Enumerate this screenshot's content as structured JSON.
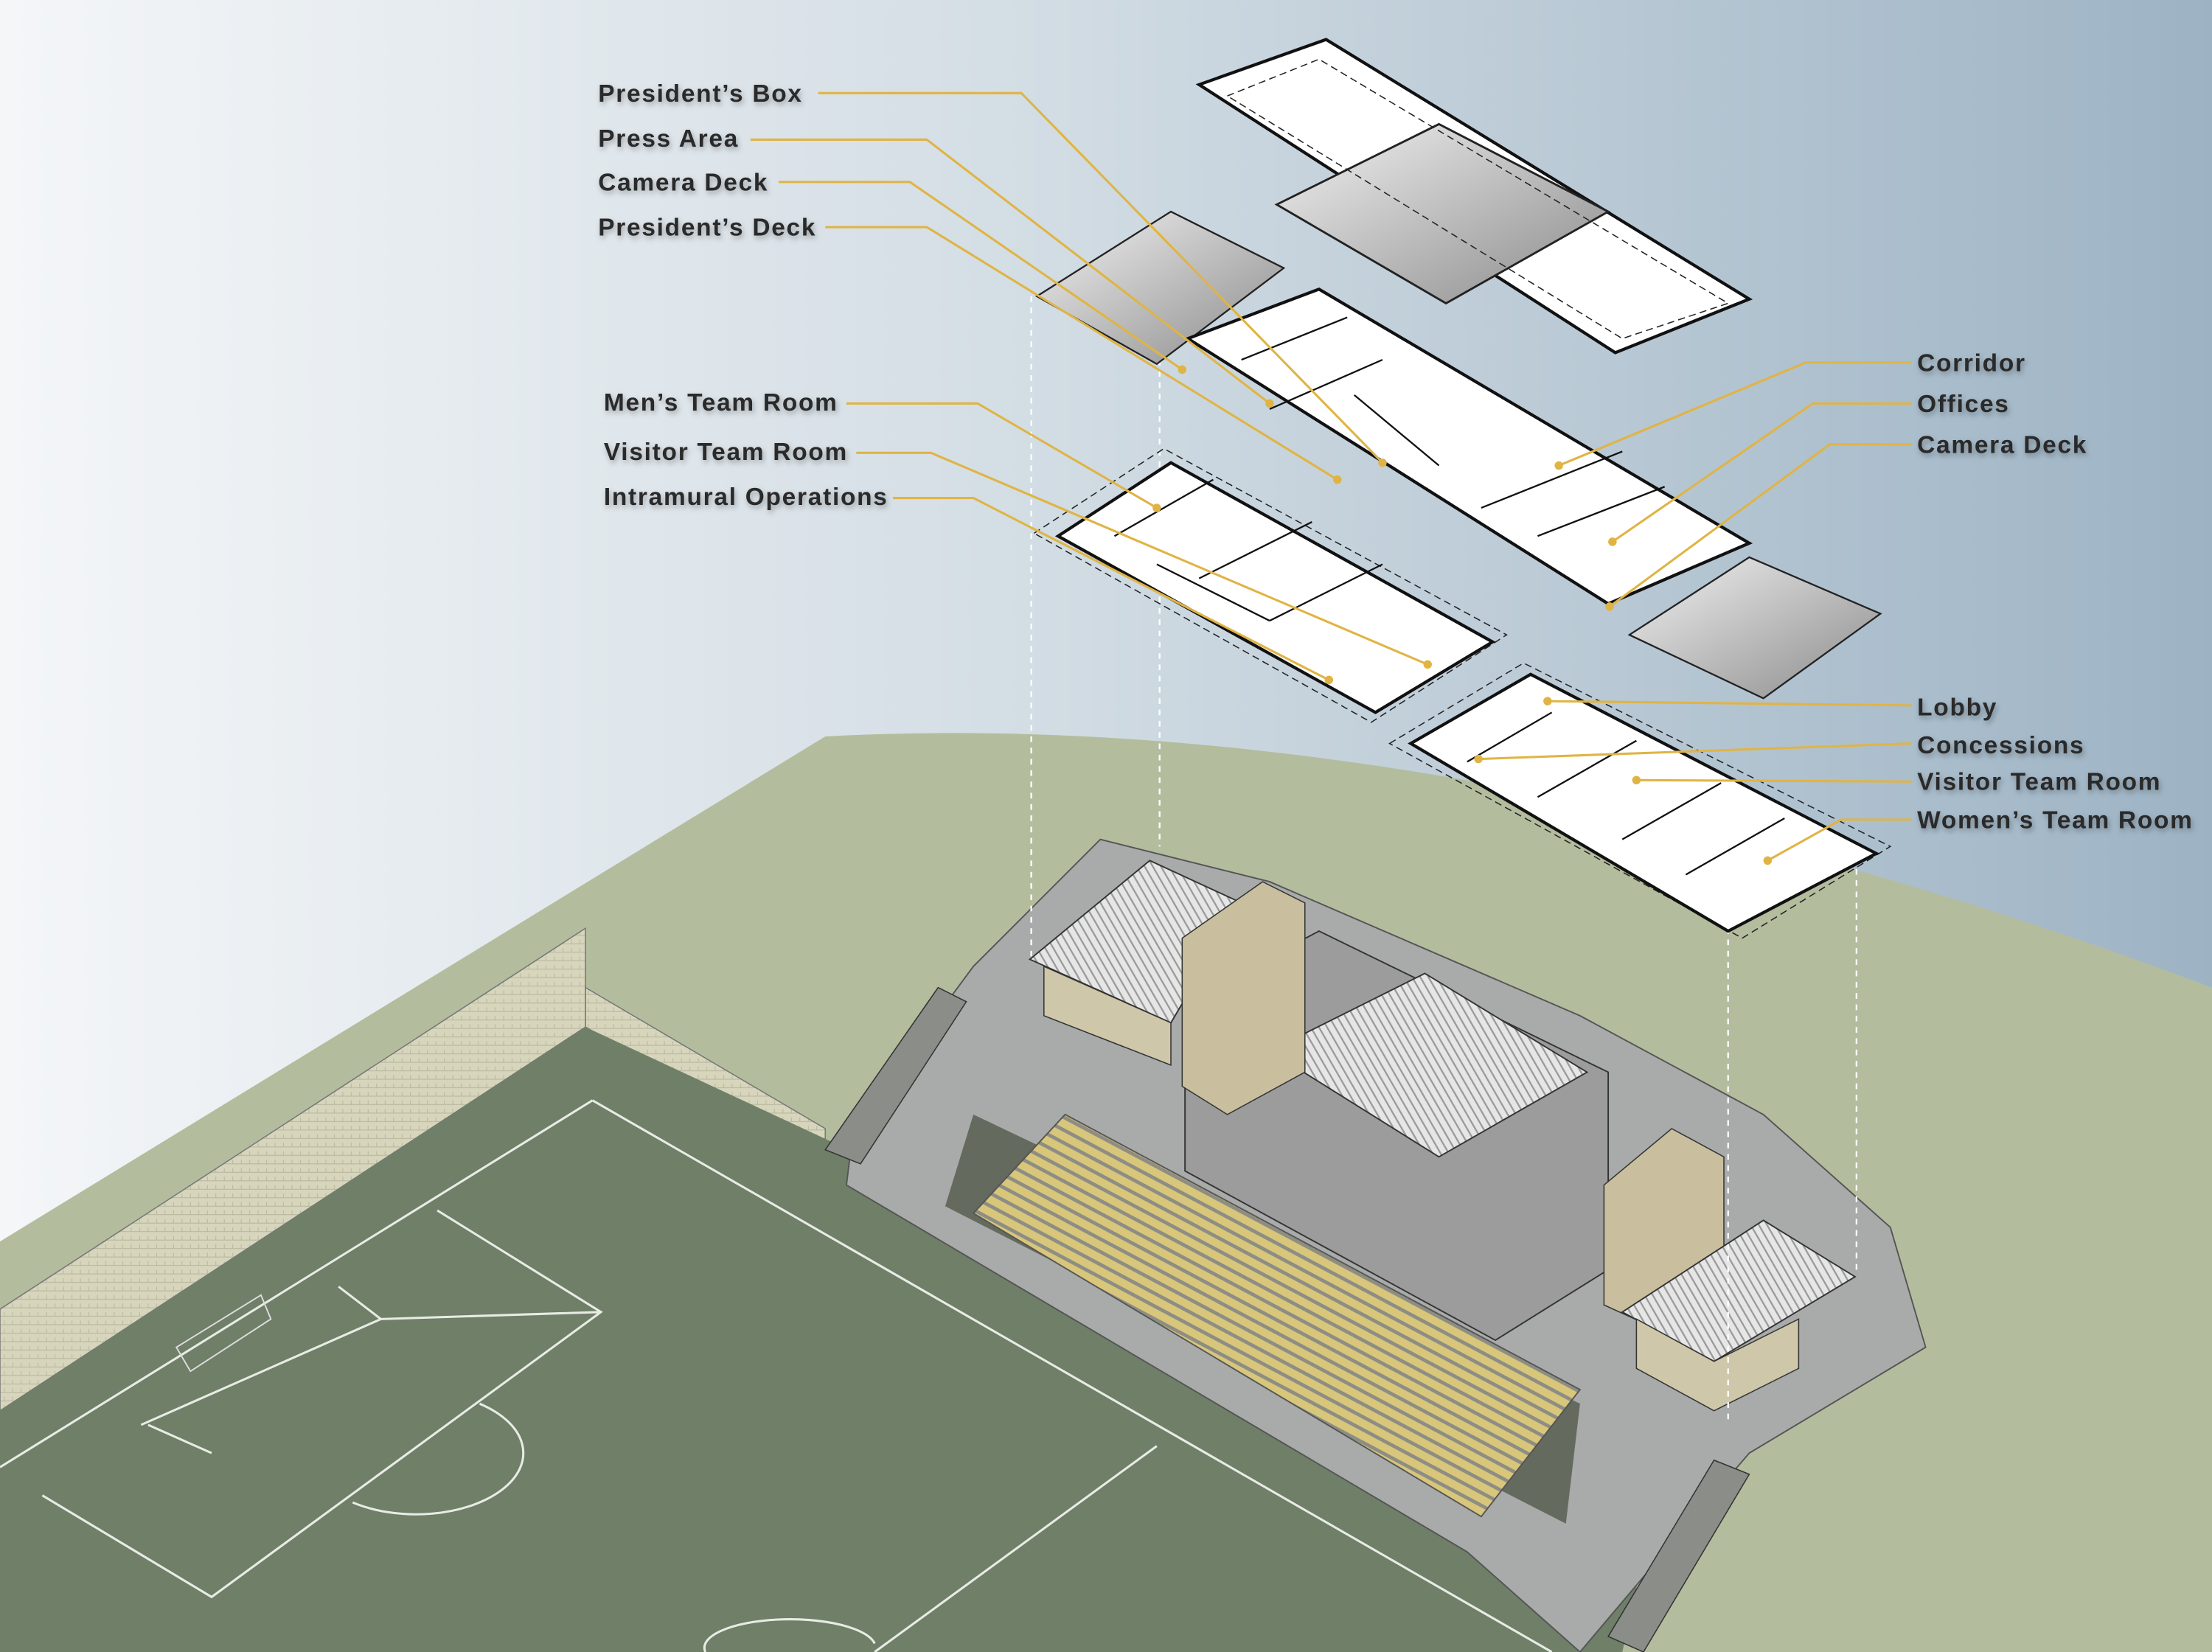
{
  "diagram": {
    "labels_left": [
      {
        "id": "presidents-box",
        "text": "President’s Box"
      },
      {
        "id": "press-area",
        "text": "Press Area"
      },
      {
        "id": "camera-deck-upper",
        "text": "Camera Deck"
      },
      {
        "id": "presidents-deck",
        "text": "President’s Deck"
      },
      {
        "id": "mens-team-room",
        "text": "Men’s Team Room"
      },
      {
        "id": "visitor-team-room-left",
        "text": "Visitor Team Room"
      },
      {
        "id": "intramural-operations",
        "text": "Intramural Operations"
      }
    ],
    "labels_right": [
      {
        "id": "corridor",
        "text": "Corridor"
      },
      {
        "id": "offices",
        "text": "Offices"
      },
      {
        "id": "camera-deck-right",
        "text": "Camera Deck"
      },
      {
        "id": "lobby",
        "text": "Lobby"
      },
      {
        "id": "concessions",
        "text": "Concessions"
      },
      {
        "id": "visitor-team-room-right",
        "text": "Visitor Team Room"
      },
      {
        "id": "womens-team-room",
        "text": "Women’s Team Room"
      }
    ],
    "colors": {
      "leader": "#e0b444",
      "sky_left": "#f3f5f7",
      "sky_right": "#9db3c4",
      "ground": "#b3bd9e",
      "field": "#6f7f68",
      "seats": "#d8c67a"
    }
  }
}
